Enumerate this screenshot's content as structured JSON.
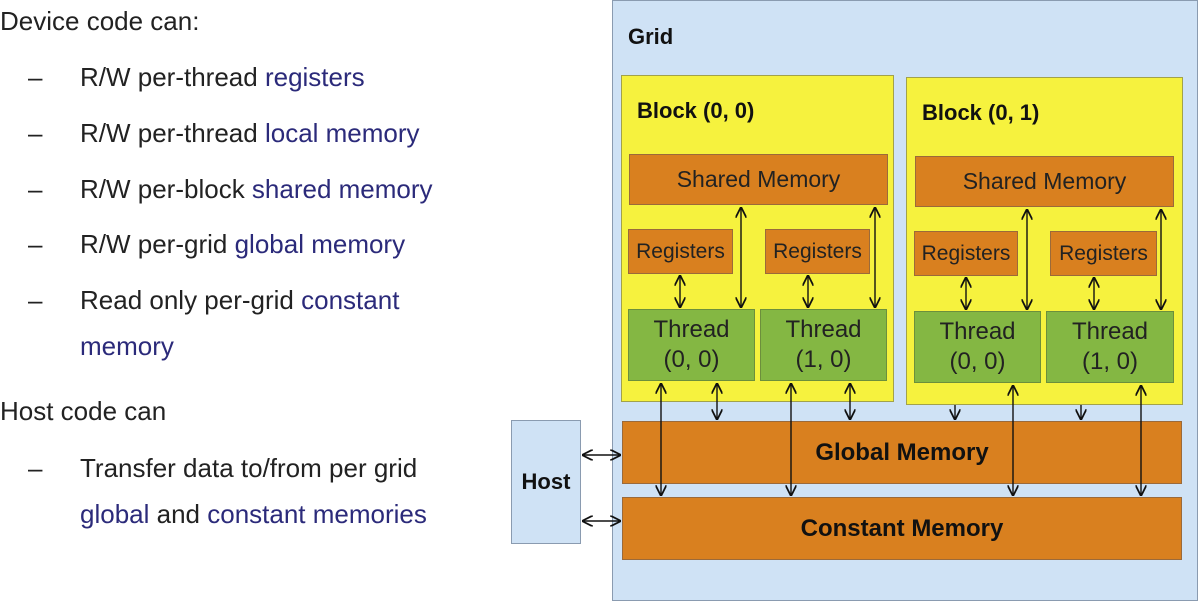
{
  "device": {
    "heading": "Device code can:",
    "items": [
      {
        "dash": "–",
        "prefix": "R/W per-thread ",
        "highlight": "registers"
      },
      {
        "dash": "–",
        "prefix": "R/W per-thread ",
        "highlight": "local memory"
      },
      {
        "dash": "–",
        "prefix": "R/W per-block ",
        "highlight": "shared memory"
      },
      {
        "dash": "–",
        "prefix": "R/W per-grid ",
        "highlight": "global memory"
      },
      {
        "dash": "–",
        "prefix": "Read only per-grid ",
        "highlight": "constant",
        "line2": "memory"
      }
    ]
  },
  "host_code": {
    "heading": "Host code can",
    "item": {
      "dash": "–",
      "line1": "Transfer data to/from per grid",
      "h1": "global",
      "mid": " and ",
      "h2": "constant memories"
    }
  },
  "diagram": {
    "grid_label": "Grid",
    "blocks": [
      {
        "label": "Block (0, 0)",
        "shared": "Shared Memory",
        "threads": [
          {
            "registers": "Registers",
            "line1": "Thread",
            "line2": "(0, 0)"
          },
          {
            "registers": "Registers",
            "line1": "Thread",
            "line2": "(1, 0)"
          }
        ]
      },
      {
        "label": "Block (0, 1)",
        "shared": "Shared Memory",
        "threads": [
          {
            "registers": "Registers",
            "line1": "Thread",
            "line2": "(0, 0)"
          },
          {
            "registers": "Registers",
            "line1": "Thread",
            "line2": "(1, 0)"
          }
        ]
      }
    ],
    "global_memory": "Global Memory",
    "constant_memory": "Constant Memory",
    "host": "Host"
  },
  "colors": {
    "grid": "#cfe2f5",
    "block": "#f6f23e",
    "memory": "#d9801f",
    "thread": "#84b743",
    "highlight_text": "#2b2a7a"
  }
}
